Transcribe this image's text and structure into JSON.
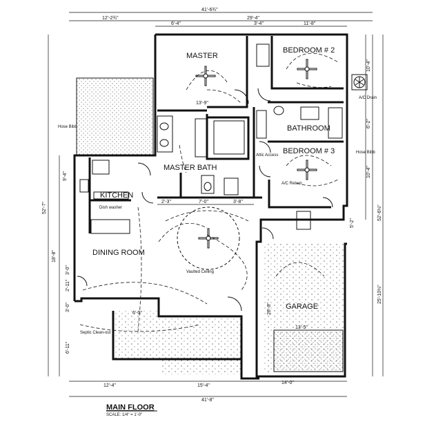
{
  "rooms": {
    "master": "MASTER",
    "bedroom2": "BEDROOM # 2",
    "bathroom": "BATHROOM",
    "bedroom3": "BEDROOM # 3",
    "master_bath": "MASTER BATH",
    "kitchen": "KITCHEN",
    "dining": "DINING ROOM",
    "garage": "GARAGE"
  },
  "labels": {
    "hose_bibb_left": "Hose Bibb",
    "hose_bibb_right": "Hose Bibb",
    "ac_drain": "A/C Drain",
    "attic_access": "Attic Access",
    "ac_return": "A/C Return",
    "dish_washer": "Dish washer",
    "vaulted_ceiling": "Vaulted Ceiling",
    "septic_cleanout": "Septic Clean-out"
  },
  "dimensions": {
    "top_overall": "41'-6¾\"",
    "top_left": "12'-2¾\"",
    "top_right": "29'-4\"",
    "top_a": "6'-4\"",
    "top_b": "3'-4\"",
    "top_c": "11'-8\"",
    "bottom_a": "12'-4\"",
    "bottom_b": "15'-4\"",
    "bottom_c": "14'-0\"",
    "bottom_overall": "41'-8\"",
    "left_overall": "52'-7\"",
    "left_kitchen": "9'-4\"",
    "left_dining": "18'-8\"",
    "left_a": "3'-0\"",
    "left_b": "2'-11\"",
    "left_c": "3'-0\"",
    "left_d": "6'-11\"",
    "right_a": "10'-4\"",
    "right_b": "6'-2\"",
    "right_c": "10'-4\"",
    "right_d": "5'-2\"",
    "right_e": "25'-10½\"",
    "right_overall": "52'-6½\"",
    "master_width": "13'-9\"",
    "bath_a": "7'-0\"",
    "bath_b": "3'-8\"",
    "bath_c": "2'-3\"",
    "porch": "6'-0\"",
    "garage_depth": "20'-0\"",
    "garage_door": "13'-5\""
  },
  "title": "MAIN FLOOR",
  "scale": "SCALE: 1/4\" = 1'-0\""
}
